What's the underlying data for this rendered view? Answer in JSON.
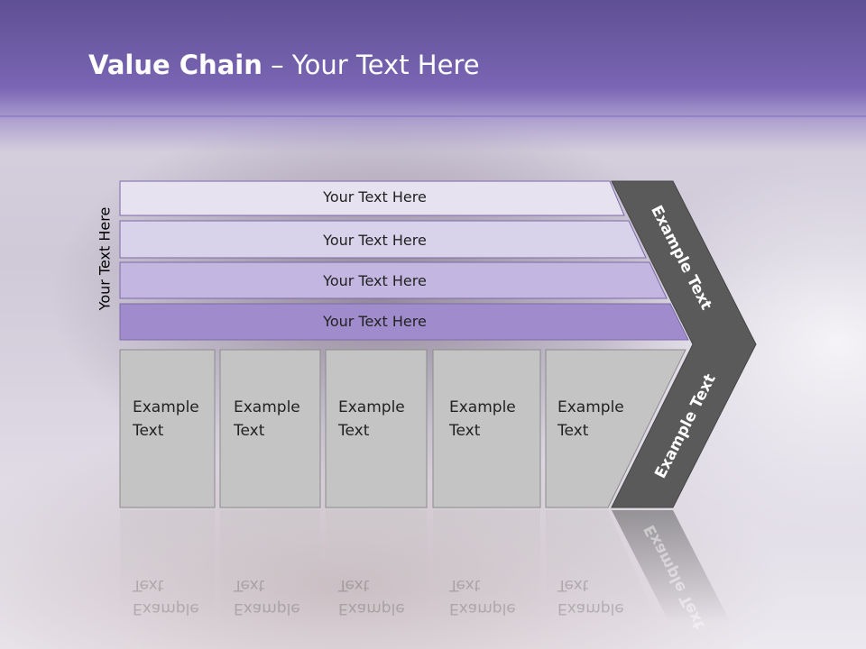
{
  "header": {
    "title_bold": "Value Chain",
    "title_rest": " – Your Text Here"
  },
  "side_label": "Your Text Here",
  "bars": [
    {
      "label": "Your Text Here"
    },
    {
      "label": "Your Text Here"
    },
    {
      "label": "Your Text Here"
    },
    {
      "label": "Your Text Here"
    }
  ],
  "columns": [
    {
      "line1": "Example",
      "line2": "Text"
    },
    {
      "line1": "Example",
      "line2": "Text"
    },
    {
      "line1": "Example",
      "line2": "Text"
    },
    {
      "line1": "Example",
      "line2": "Text"
    },
    {
      "line1": "Example",
      "line2": "Text"
    }
  ],
  "chevron": {
    "upper_label": "Example Text",
    "lower_label": "Example Text"
  },
  "colors": {
    "title_band": "#7a66b4",
    "bar1": "#e6e2f0",
    "bar2": "#d9d2eb",
    "bar3": "#c3b7e1",
    "bar4": "#a08ccc",
    "column_fill": "#c4c4c4",
    "chevron_fill": "#5a5a5a"
  }
}
